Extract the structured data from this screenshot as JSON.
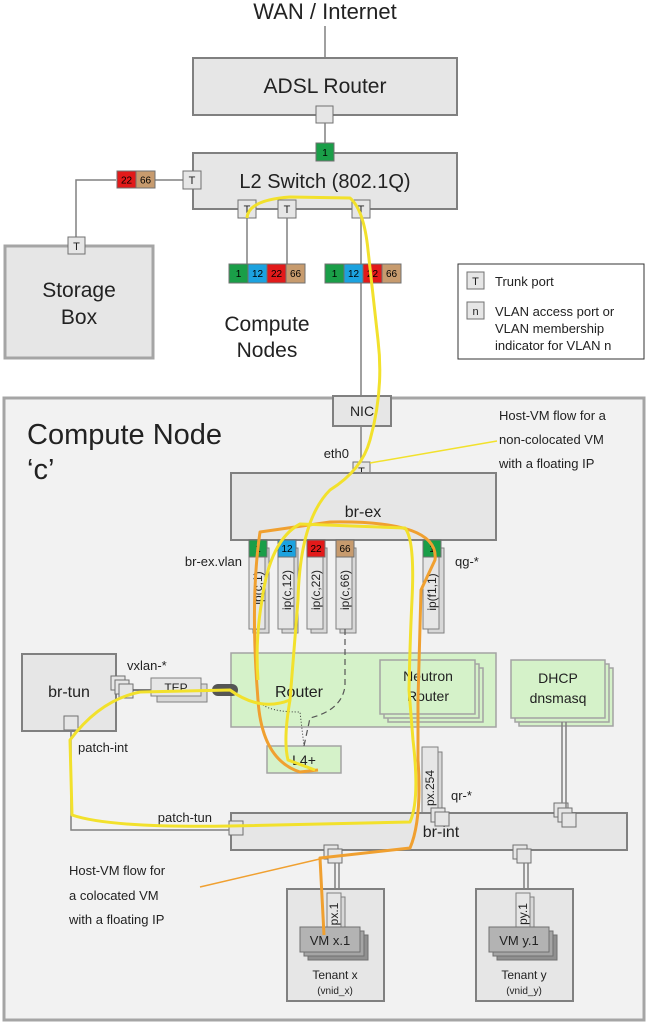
{
  "labels": {
    "wan": "WAN / Internet",
    "adsl_router": "ADSL Router",
    "l2_switch": "L2 Switch (802.1Q)",
    "storage_box_1": "Storage",
    "storage_box_2": "Box",
    "compute_nodes_1": "Compute",
    "compute_nodes_2": "Nodes",
    "compute_node_1": "Compute Node",
    "compute_node_2": "‘c’",
    "nic": "NIC",
    "eth0": "eth0",
    "br_ex": "br-ex",
    "br_ex_vlan": "br-ex.vlan",
    "qg": "qg-*",
    "br_tun": "br-tun",
    "vxlan": "vxlan-*",
    "tep": "TEP",
    "router": "Router",
    "neutron_router_1": "Neutron",
    "neutron_router_2": "Router",
    "dhcp_1": "DHCP",
    "dhcp_2": "dnsmasq",
    "l4plus": "L4+",
    "patch_int": "patch-int",
    "patch_tun": "patch-tun",
    "qr": "qr-*",
    "br_int": "br-int",
    "vm_x": "VM x.1",
    "vm_y": "VM y.1",
    "tenant_x": "Tenant x",
    "tenant_y": "Tenant y",
    "vnid_x": "(vnid_x)",
    "vnid_y": "(vnid_y)",
    "ip_c1": "ip(c,1)",
    "ip_c12": "ip(c,12)",
    "ip_c22": "ip(c,22)",
    "ip_c66": "ip(c,66)",
    "ip_f11": "ip(f1,1)",
    "px254": "px.254",
    "px1": "px.1",
    "py1": "py.1",
    "note_noncoloc_1": "Host-VM flow for a",
    "note_noncoloc_2": "non-colocated VM",
    "note_noncoloc_3": "with a floating IP",
    "note_coloc_1": "Host-VM flow for",
    "note_coloc_2": "a colocated VM",
    "note_coloc_3": "with a floating IP"
  },
  "legend": {
    "trunk_symbol": "T",
    "trunk_label": "Trunk port",
    "access_symbol": "n",
    "access_label_1": "VLAN access port or",
    "access_label_2": "VLAN membership",
    "access_label_3": "indicator for VLAN n"
  },
  "ports": {
    "trunk": "T",
    "switch_uplink_vlan": "1"
  },
  "vlans": {
    "storage": [
      "22",
      "66"
    ],
    "compute_a": [
      "1",
      "12",
      "22",
      "66"
    ],
    "compute_b": [
      "1",
      "12",
      "22",
      "66"
    ],
    "br_ex": [
      "1",
      "12",
      "22",
      "66"
    ],
    "qg": "1"
  },
  "colors": {
    "vlan_1": "#1a9e48",
    "vlan_12": "#1ca2df",
    "vlan_22": "#e21a1a",
    "vlan_66": "#c79b6e",
    "flow_noncolocated": "#f2e12c",
    "flow_colocated": "#f0a030",
    "network_function": "#d5f2c9"
  }
}
